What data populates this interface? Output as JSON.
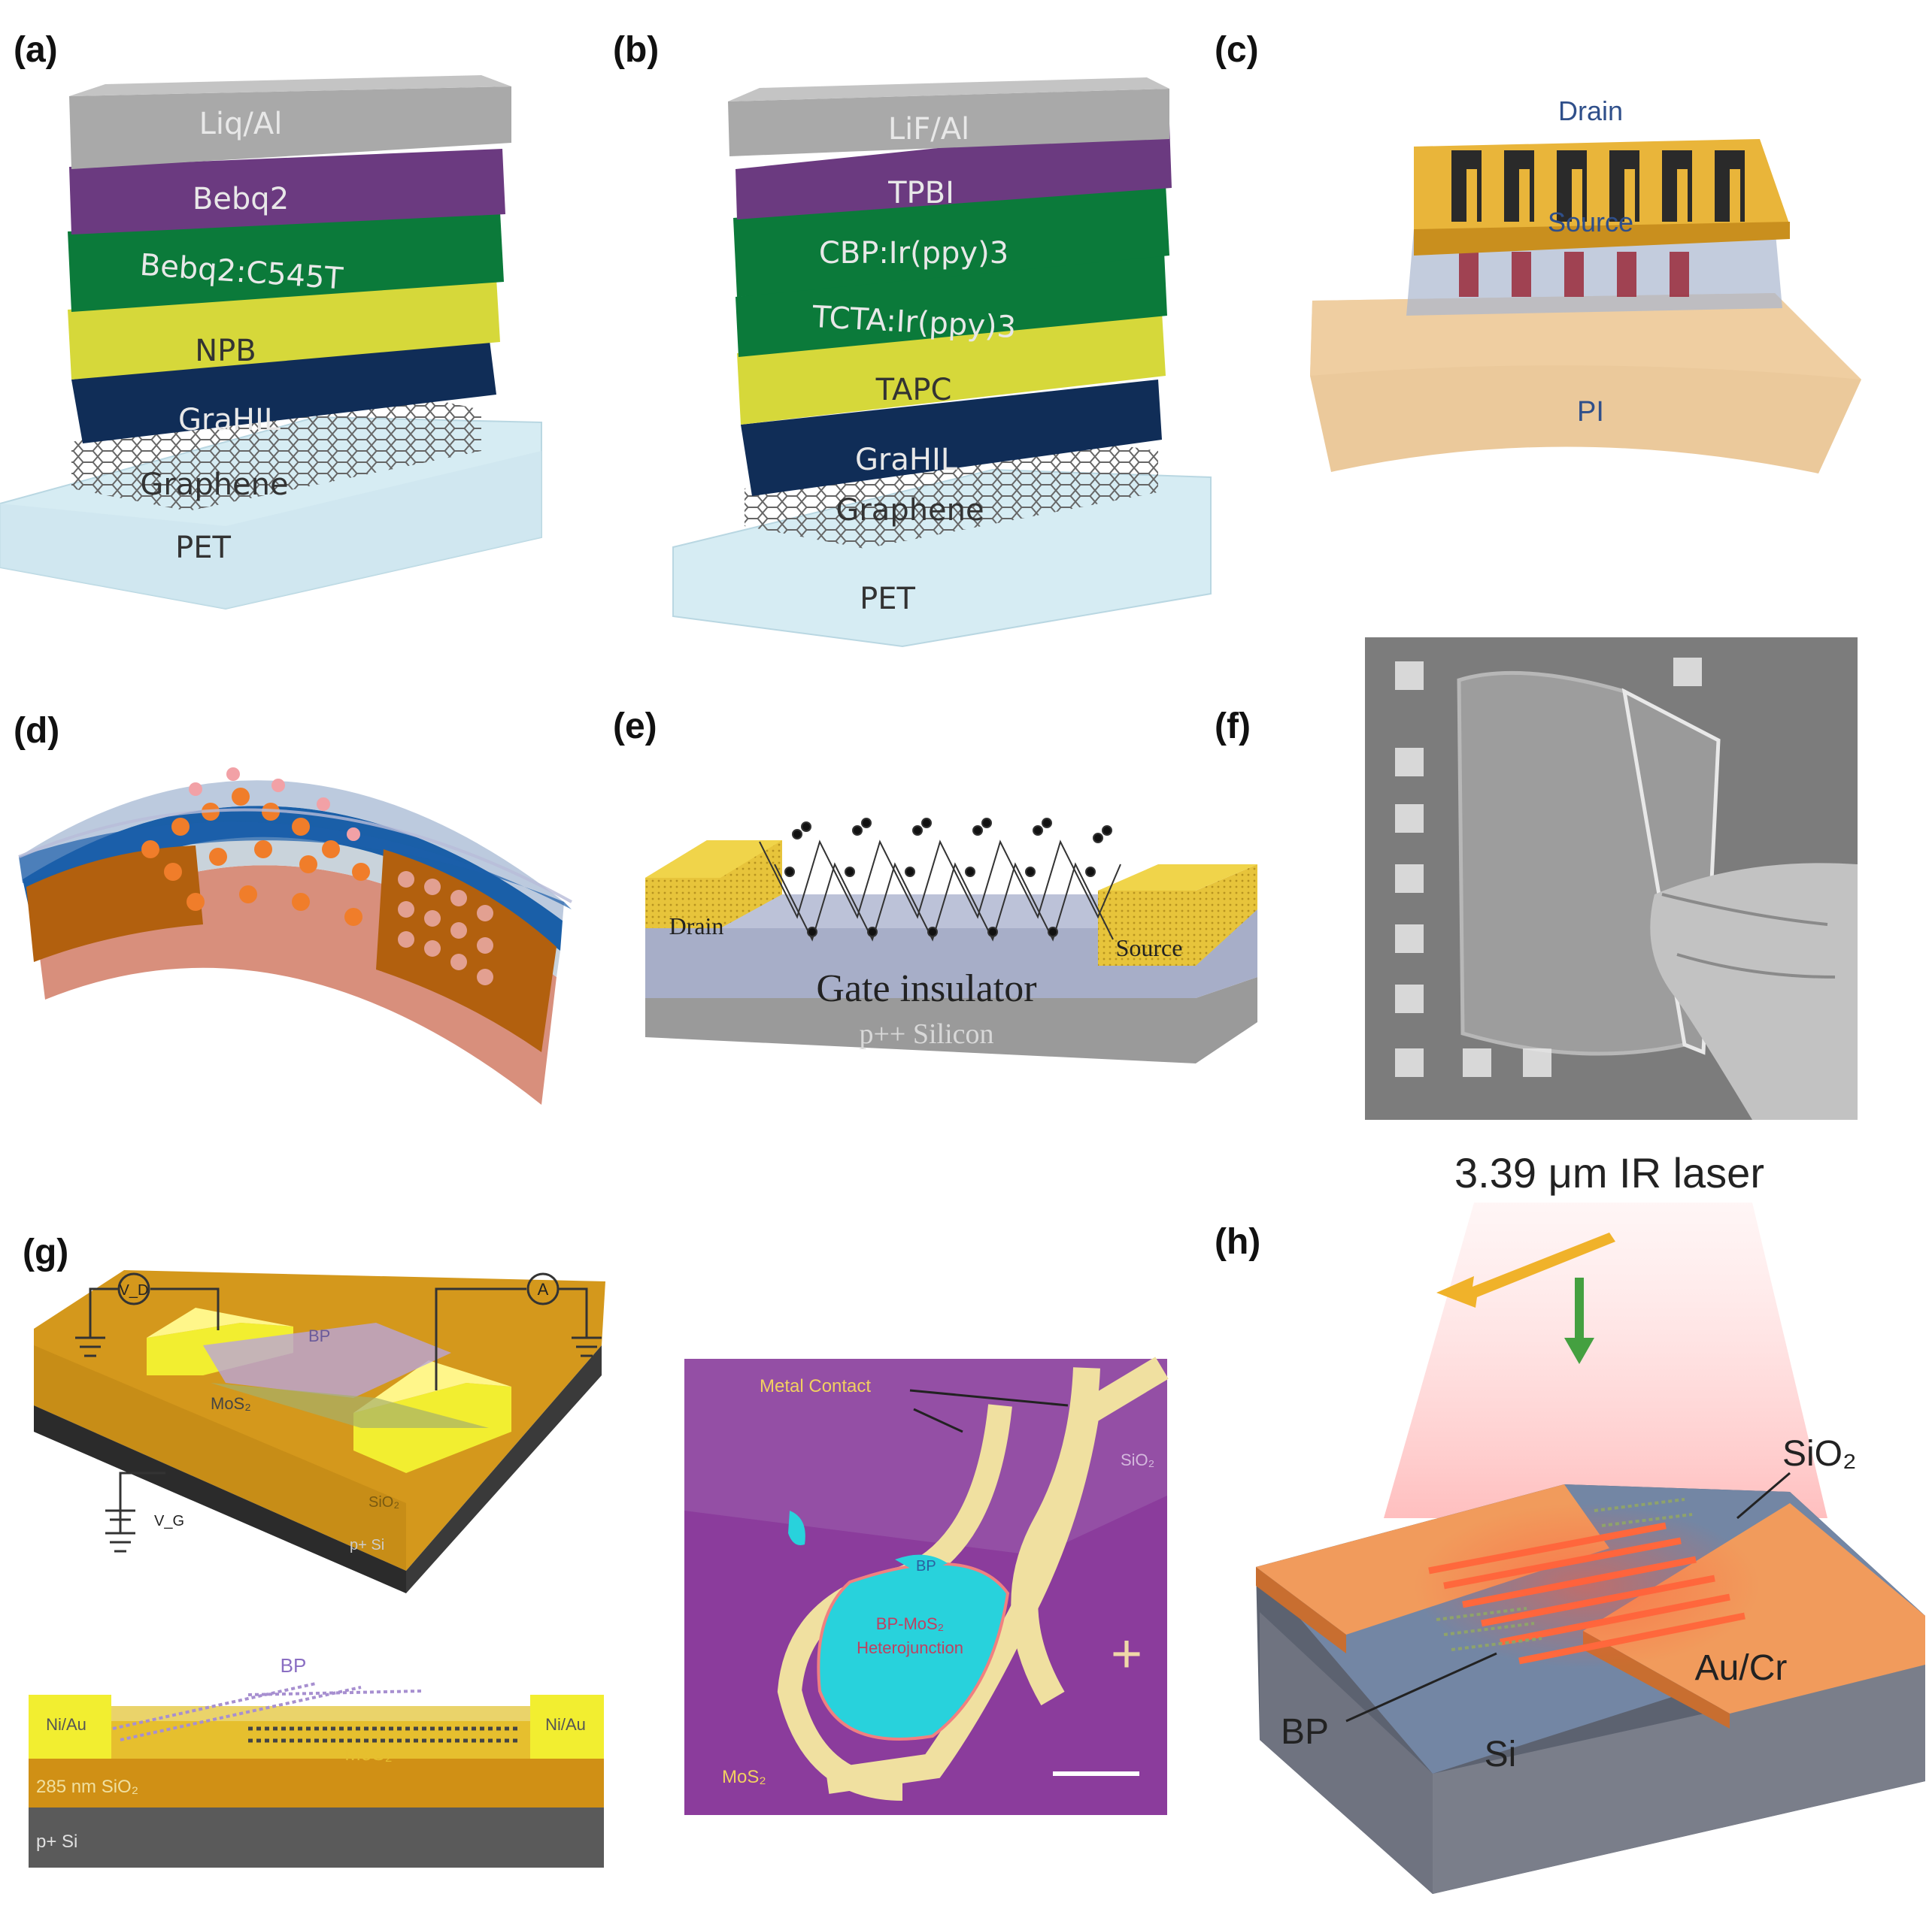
{
  "panels": {
    "a": {
      "label": "(a)",
      "layers": [
        "Liq/Al",
        "Bebq2",
        "Bebq2:C545T",
        "NPB",
        "GraHIL",
        "Graphene",
        "PET"
      ]
    },
    "b": {
      "label": "(b)",
      "layers": [
        "LiF/Al",
        "TPBI",
        "CBP:Ir(ppy)3",
        "TCTA:Ir(ppy)3",
        "TAPC",
        "GraHIL",
        "Graphene",
        "PET"
      ]
    },
    "c": {
      "label": "(c)",
      "drain": "Drain",
      "source": "Source",
      "substrate": "PI"
    },
    "d": {
      "label": "(d)"
    },
    "e": {
      "label": "(e)",
      "drain": "Drain",
      "source": "Source",
      "insulator": "Gate insulator",
      "substrate": "p++ Silicon"
    },
    "f": {
      "label": "(f)"
    },
    "g": {
      "label": "(g)",
      "top": {
        "bp": "BP",
        "mos2": "MoS₂",
        "sio2": "SiO₂",
        "psi": "p+ Si",
        "vd": "V_D",
        "ammeter": "A",
        "vg": "V_G"
      },
      "cross": {
        "bp": "BP",
        "niau_left": "Ni/Au",
        "niau_right": "Ni/Au",
        "mos2": "MoS₂",
        "sio2": "285 nm SiO₂",
        "psi": "p+ Si"
      },
      "micro": {
        "metal": "Metal Contact",
        "sio2": "SiO₂",
        "bp": "BP",
        "hetero1": "BP-MoS₂",
        "hetero2": "Heterojunction",
        "mos2": "MoS₂",
        "plus": "+"
      }
    },
    "h": {
      "label": "(h)",
      "laser": "3.39 μm IR laser",
      "sio2": "SiO₂",
      "aucr": "Au/Cr",
      "bp": "BP",
      "si": "Si"
    }
  },
  "colors": {
    "gray": "#a9a9a9",
    "purple": "#6b3a80",
    "green": "#0b7a3a",
    "yellow": "#d6d83a",
    "navy": "#102d57",
    "pet": "#d6ecf3",
    "gold": "#f0c030",
    "pi": "#e8c08a"
  }
}
